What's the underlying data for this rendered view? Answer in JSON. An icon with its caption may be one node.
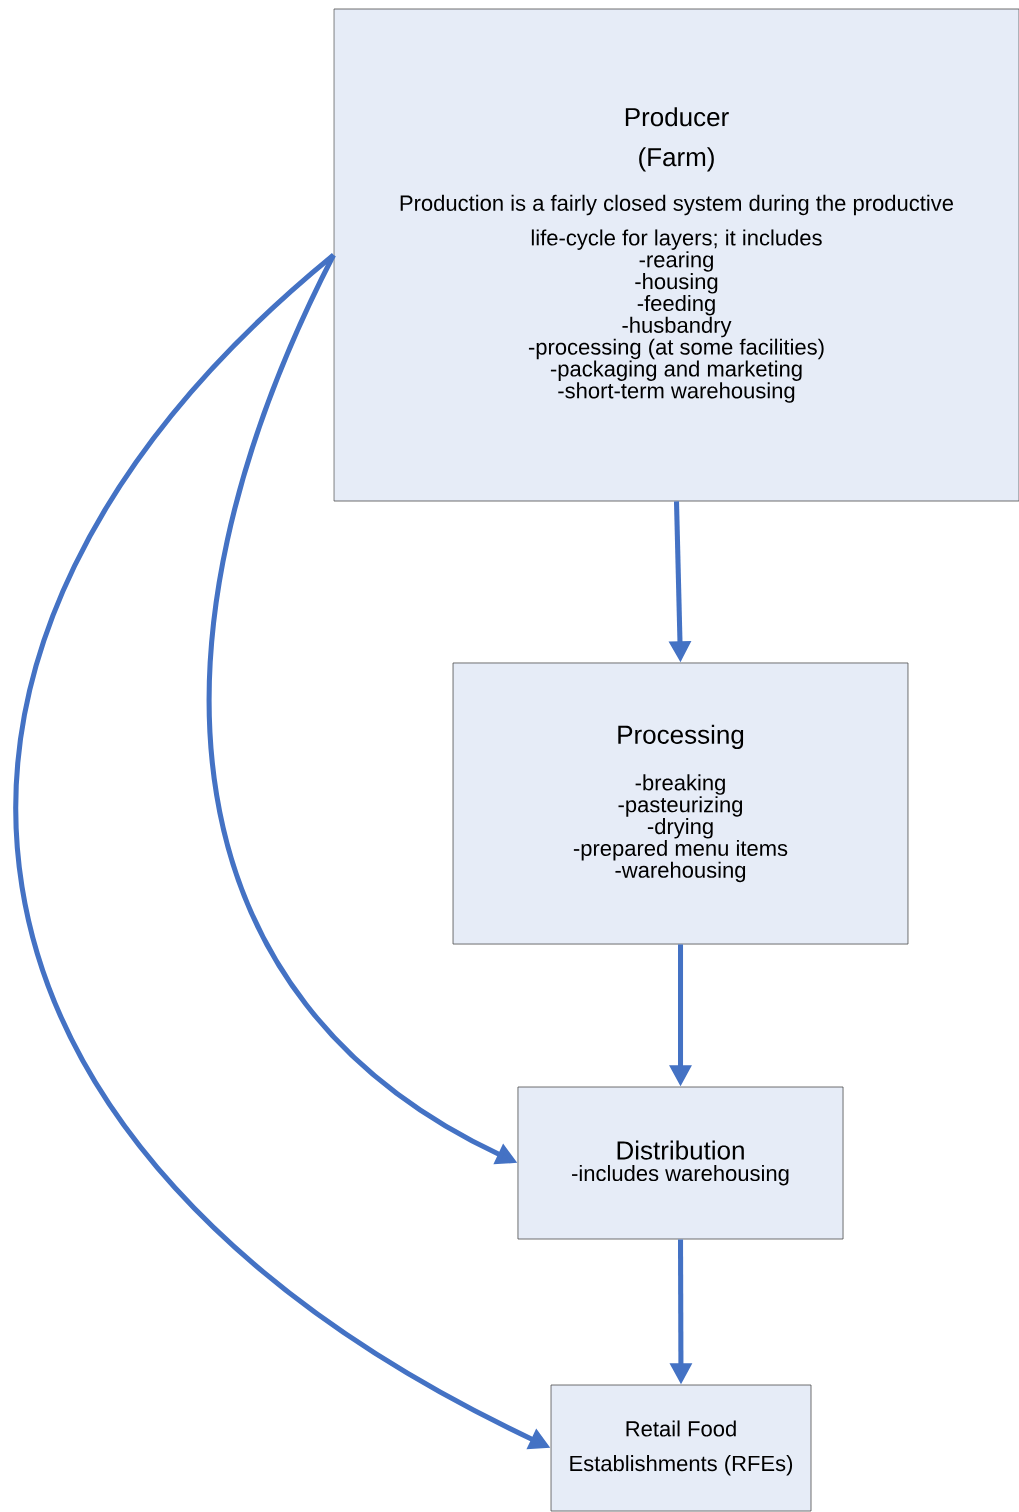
{
  "diagram": {
    "nodes": [
      {
        "text": [
          "Producer (Farm)",
          "Production is a fairly closed system during the productive life-cycle for layers; it includes",
          "-rearing",
          "-housing",
          "-feeding",
          "-husbandry",
          "-processing (at some facilities)",
          "-packaging and marketing",
          "-short-term warehousing"
        ]
      },
      {
        "text": [
          "Processing",
          "-breaking",
          "-pasteurizing",
          "-drying",
          "-prepared menu items",
          "-warehousing"
        ]
      },
      {
        "text": [
          "Distribution",
          "-includes warehousing"
        ]
      },
      {
        "text": [
          "Retail Food Establishments (RFEs)"
        ]
      }
    ],
    "edges": [
      {
        "from": 0,
        "to": 1,
        "arrow": "to"
      },
      {
        "from": 1,
        "to": 2,
        "arrow": "to"
      },
      {
        "from": 2,
        "to": 3,
        "arrow": "to"
      },
      {
        "from": 0,
        "to": 2,
        "arrow": "to"
      },
      {
        "from": 0,
        "to": 3,
        "arrow": "to"
      }
    ]
  }
}
